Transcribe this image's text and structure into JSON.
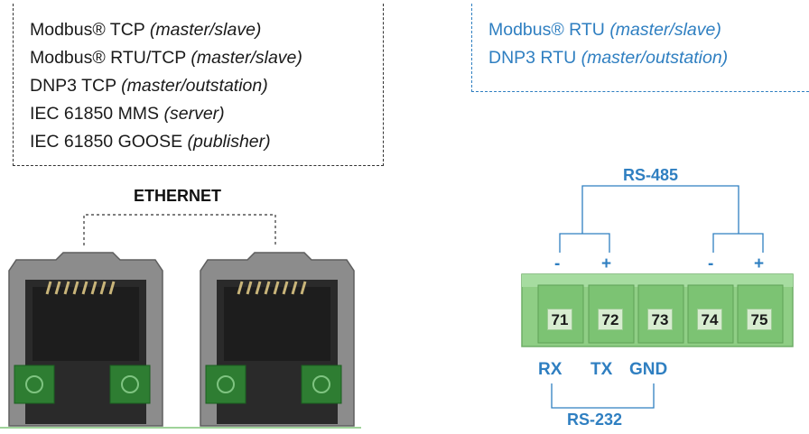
{
  "ethernet_protocols": [
    {
      "name": "Modbus® TCP",
      "role": "(master/slave)"
    },
    {
      "name": "Modbus® RTU/TCP",
      "role": "(master/slave)"
    },
    {
      "name": "DNP3 TCP",
      "role": "(master/outstation)"
    },
    {
      "name": "IEC 61850 MMS",
      "role": "(server)"
    },
    {
      "name": "IEC 61850 GOOSE",
      "role": "(publisher)"
    }
  ],
  "serial_protocols": [
    {
      "name": "Modbus® RTU",
      "role": "(master/slave)"
    },
    {
      "name": "DNP3 RTU",
      "role": "(master/outstation)"
    }
  ],
  "ethernet_label": "ETHERNET",
  "rs485_label": "RS-485",
  "rs232_label": "RS-232",
  "polarity": {
    "minus": "-",
    "plus": "+"
  },
  "terminals": [
    "71",
    "72",
    "73",
    "74",
    "75"
  ],
  "rs232_pins": {
    "rx": "RX",
    "tx": "TX",
    "gnd": "GND"
  },
  "colors": {
    "accent_blue": "#2f7fc1",
    "terminal_green": "#8fce85",
    "port_gray": "#8c8c8c",
    "led_green": "#2e7d32"
  }
}
